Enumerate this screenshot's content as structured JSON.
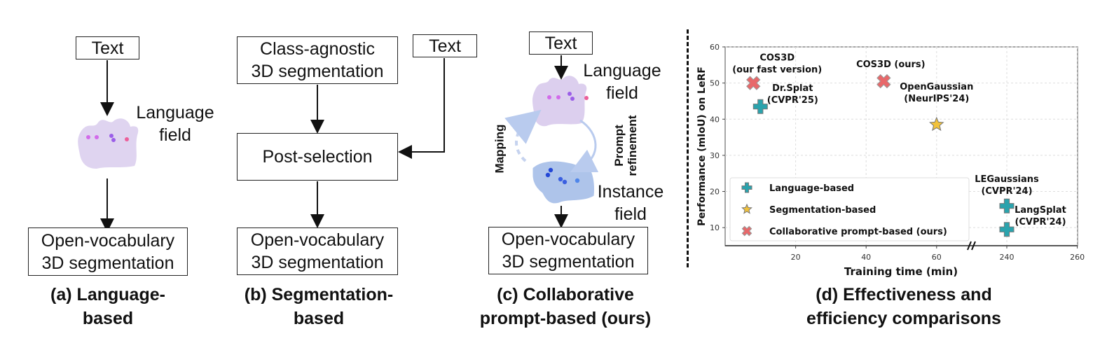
{
  "panel_a": {
    "text_box": "Text",
    "field_label": "Language\nfield",
    "output_box": "Open-vocabulary\n3D segmentation",
    "caption": "(a) Language-\nbased"
  },
  "panel_b": {
    "class_agnostic_box": "Class-agnostic\n3D segmentation",
    "text_box": "Text",
    "post_selection_box": "Post-selection",
    "output_box": "Open-vocabulary\n3D segmentation",
    "caption": "(b) Segmentation-\nbased"
  },
  "panel_c": {
    "text_box": "Text",
    "language_field_label": "Language\nfield",
    "instance_field_label": "Instance\nfield",
    "mapping_label": "Mapping",
    "prompt_refinement_label": "Prompt\nrefinement",
    "output_box": "Open-vocabulary\n3D segmentation",
    "caption": "(c)  Collaborative\nprompt-based (ours)"
  },
  "panel_d": {
    "caption": "(d) Effectiveness and\nefficiency  comparisons"
  },
  "colors": {
    "language_based": "#2aa3ad",
    "segmentation_based": "#f2c23a",
    "collaborative": "#e8686a",
    "language_field": "#d9cfe9",
    "instance_field": "#aec4ea"
  },
  "chart_data": {
    "type": "scatter",
    "title": "",
    "xlabel": "Training time (min)",
    "ylabel": "Performance (mIoU) on LeRF",
    "x_ticks": [
      20,
      40,
      60,
      240,
      260
    ],
    "y_ticks": [
      10,
      20,
      30,
      40,
      50,
      60
    ],
    "x_axis_break": "between 60 and 240",
    "ylim": [
      5,
      60
    ],
    "grid": true,
    "legend_position": "bottom-left",
    "legend": [
      {
        "label": "Language-based",
        "marker": "plus",
        "category": "language_based"
      },
      {
        "label": "Segmentation-based",
        "marker": "star",
        "category": "segmentation_based"
      },
      {
        "label": "Collaborative prompt-based (ours)",
        "marker": "x",
        "category": "collaborative"
      }
    ],
    "points": [
      {
        "name": "COS3D\n(our fast version)",
        "x": 8,
        "y": 50,
        "category": "collaborative",
        "marker": "x"
      },
      {
        "name": "Dr.Splat\n(CVPR'25)",
        "x": 10,
        "y": 43.5,
        "category": "language_based",
        "marker": "plus"
      },
      {
        "name": "COS3D (ours)",
        "x": 45,
        "y": 50.5,
        "category": "collaborative",
        "marker": "x"
      },
      {
        "name": "OpenGaussian\n(NeurIPS'24)",
        "x": 60,
        "y": 38.5,
        "category": "segmentation_based",
        "marker": "star"
      },
      {
        "name": "LEGaussians\n(CVPR'24)",
        "x": 240,
        "y": 16,
        "category": "language_based",
        "marker": "plus"
      },
      {
        "name": "LangSplat\n(CVPR'24)",
        "x": 240,
        "y": 9.5,
        "category": "language_based",
        "marker": "plus"
      }
    ]
  }
}
